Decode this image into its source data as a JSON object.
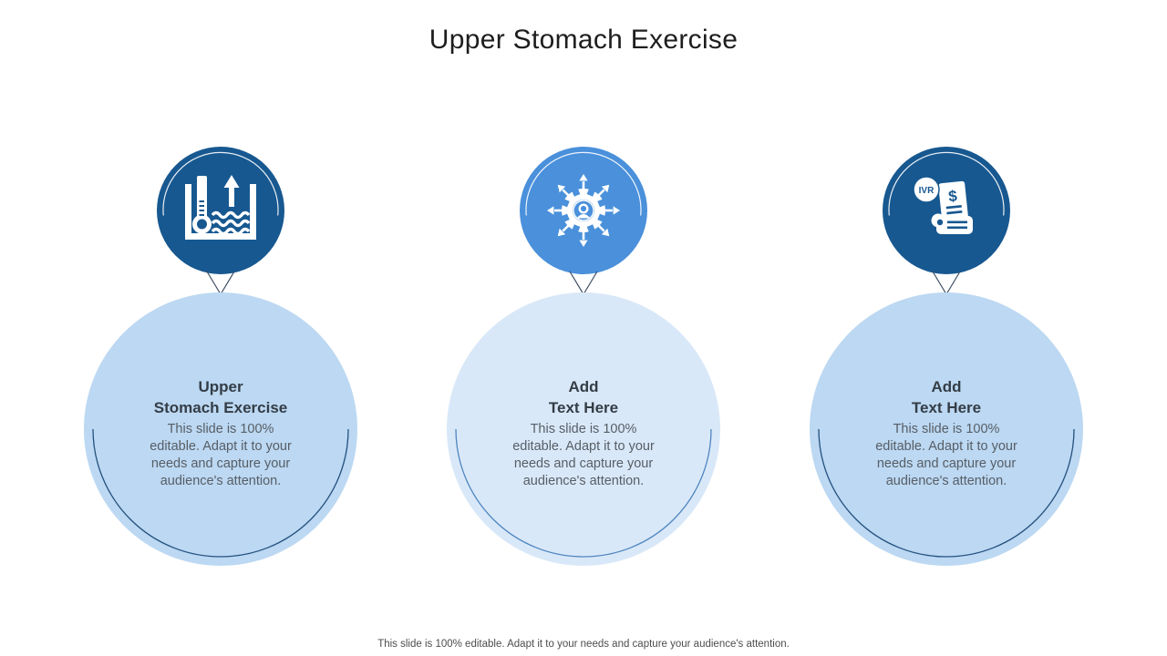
{
  "slide": {
    "title": "Upper Stomach Exercise",
    "footer": "This slide is 100% editable. Adapt it to your needs and capture your audience's attention."
  },
  "colors": {
    "dark_blue": "#175890",
    "medium_blue": "#4A90DB",
    "light_bubble": "#BCD8F2",
    "lighter_bubble": "#D9E8F8",
    "navy_arc": "#24517F",
    "medium_arc": "#4F86C0",
    "pointer_outline": "#3D4D63",
    "title_text": "#1E1E1E",
    "heading_text": "#343D46",
    "body_text": "#575E66"
  },
  "items": [
    {
      "icon": "thermometer-water-level-icon",
      "heading_lines": [
        "Upper",
        "Stomach Exercise"
      ],
      "body_lines": [
        "This slide is 100%",
        "editable. Adapt it to your",
        "needs and capture your",
        "audience's attention."
      ],
      "icon_circle_color": "#175890",
      "bubble_color": "#BCD8F2",
      "arc_color": "#24517F"
    },
    {
      "icon": "gear-person-spread-arrows-icon",
      "heading_lines": [
        "Add",
        "Text Here"
      ],
      "body_lines": [
        "This slide is 100%",
        "editable. Adapt it to your",
        "needs and capture your",
        "audience's attention."
      ],
      "icon_circle_color": "#4A90DB",
      "bubble_color": "#D9E8F8",
      "arc_color": "#4F86C0"
    },
    {
      "icon": "ivr-receipt-dollar-icon",
      "badge_label": "IVR",
      "dollar_glyph": "$",
      "heading_lines": [
        "Add",
        "Text Here"
      ],
      "body_lines": [
        "This slide is 100%",
        "editable. Adapt it to your",
        "needs and capture your",
        "audience's attention."
      ],
      "icon_circle_color": "#175890",
      "bubble_color": "#BCD8F2",
      "arc_color": "#24517F"
    }
  ]
}
